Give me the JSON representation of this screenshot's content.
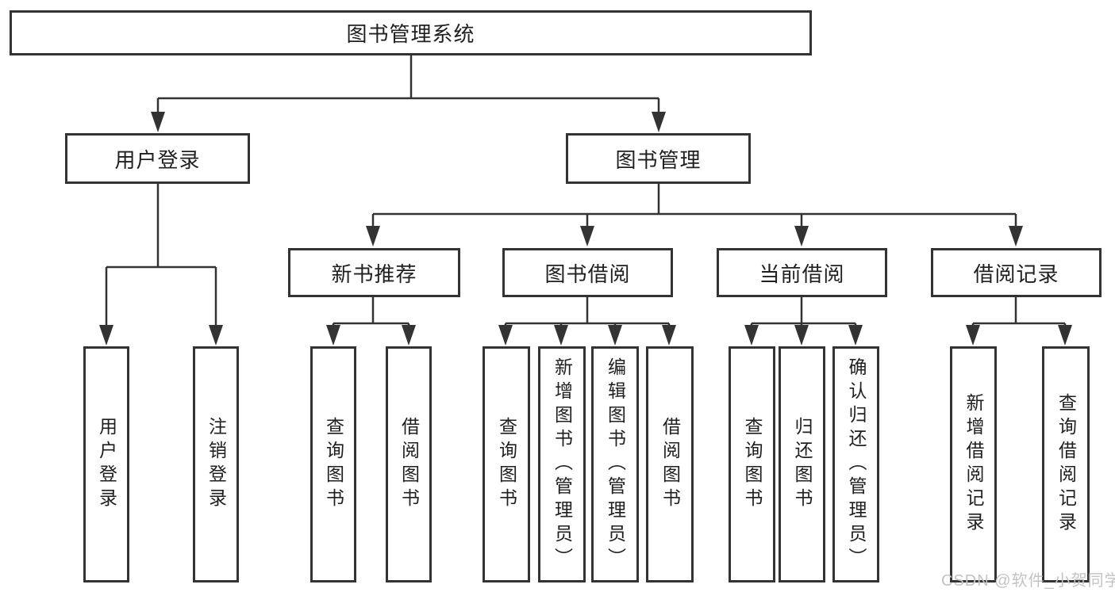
{
  "colors": {
    "line": "#333333",
    "box_border": "#333333",
    "text": "#1f1f1f",
    "watermark": "#c3c3c3",
    "background": "#ffffff"
  },
  "diagram": {
    "root": {
      "label": "图书管理系统"
    },
    "level2": [
      {
        "label": "用户登录"
      },
      {
        "label": "图书管理"
      }
    ],
    "level3": [
      {
        "label": "新书推荐"
      },
      {
        "label": "图书借阅"
      },
      {
        "label": "当前借阅"
      },
      {
        "label": "借阅记录"
      }
    ],
    "leaves": [
      {
        "label": "用户登录"
      },
      {
        "label": "注销登录"
      },
      {
        "label": "查询图书"
      },
      {
        "label": "借阅图书"
      },
      {
        "label": "查询图书"
      },
      {
        "label": "新增图书（管理员）"
      },
      {
        "label": "编辑图书（管理员）"
      },
      {
        "label": "借阅图书"
      },
      {
        "label": "查询图书"
      },
      {
        "label": "归还图书"
      },
      {
        "label": "确认归还（管理员）"
      },
      {
        "label": "新增借阅记录"
      },
      {
        "label": "查询借阅记录"
      }
    ]
  },
  "watermark": {
    "text": "CSDN @软件_小贺同学"
  }
}
